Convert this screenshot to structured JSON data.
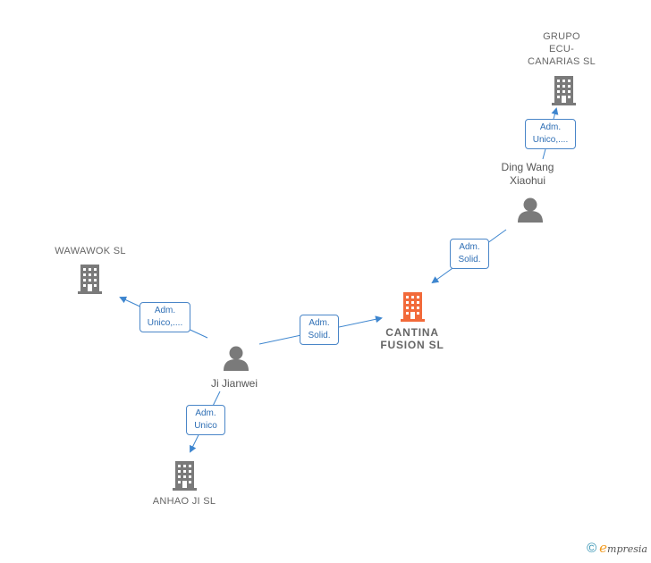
{
  "colors": {
    "company": "#7a7a7a",
    "company_focus": "#f26a3a",
    "person": "#7a7a7a",
    "edge": "#3e86cf",
    "edge_label_text": "#2f6fb5",
    "node_label_text": "#666666"
  },
  "nodes": {
    "grupo": {
      "type": "company",
      "icon": "building-icon",
      "label": "GRUPO\nECU-\nCANARIAS  SL"
    },
    "wawawok": {
      "type": "company",
      "icon": "building-icon",
      "label": "WAWAWOK  SL"
    },
    "cantina": {
      "type": "company",
      "icon": "building-icon",
      "label": "CANTINA\nFUSION  SL",
      "focus": true
    },
    "anhao": {
      "type": "company",
      "icon": "building-icon",
      "label": "ANHAO JI  SL"
    },
    "ding": {
      "type": "person",
      "icon": "person-icon",
      "label": "Ding Wang\nXiaohui"
    },
    "ji": {
      "type": "person",
      "icon": "person-icon",
      "label": "Ji Jianwei"
    }
  },
  "edges": [
    {
      "id": "ding-grupo",
      "from": "ding",
      "to": "grupo",
      "label": "Adm.\nUnico,...."
    },
    {
      "id": "ding-cantina",
      "from": "ding",
      "to": "cantina",
      "label": "Adm.\nSolid."
    },
    {
      "id": "ji-wawawok",
      "from": "ji",
      "to": "wawawok",
      "label": "Adm.\nUnico,...."
    },
    {
      "id": "ji-cantina",
      "from": "ji",
      "to": "cantina",
      "label": "Adm.\nSolid."
    },
    {
      "id": "ji-anhao",
      "from": "ji",
      "to": "anhao",
      "label": "Adm.\nUnico"
    }
  ],
  "footer": {
    "copyright_symbol": "©",
    "brand_first": "e",
    "brand_rest": "mpresia"
  }
}
